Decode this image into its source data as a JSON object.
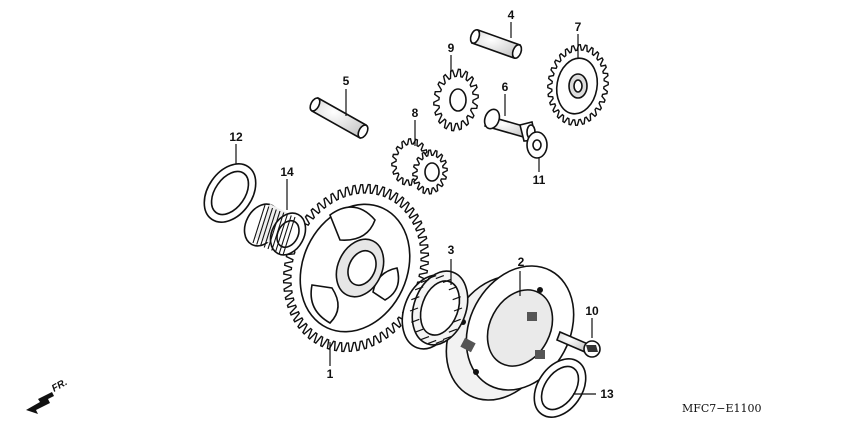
{
  "diagram": {
    "code": "MFC7−E1100",
    "direction_label": "FR.",
    "parts": [
      {
        "id": "p1",
        "number": "1"
      },
      {
        "id": "p2",
        "number": "2"
      },
      {
        "id": "p3",
        "number": "3"
      },
      {
        "id": "p4",
        "number": "4"
      },
      {
        "id": "p5",
        "number": "5"
      },
      {
        "id": "p6",
        "number": "6"
      },
      {
        "id": "p7",
        "number": "7"
      },
      {
        "id": "p8",
        "number": "8"
      },
      {
        "id": "p9",
        "number": "9"
      },
      {
        "id": "p10",
        "number": "10"
      },
      {
        "id": "p11",
        "number": "11"
      },
      {
        "id": "p12",
        "number": "12"
      },
      {
        "id": "p13",
        "number": "13"
      },
      {
        "id": "p14",
        "number": "14"
      }
    ]
  }
}
